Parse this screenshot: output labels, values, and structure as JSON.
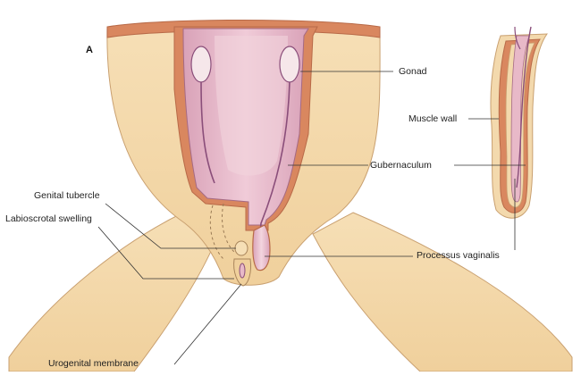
{
  "panel_letter": "A",
  "labels": {
    "gonad": "Gonad",
    "muscle_wall": "Muscle wall",
    "gubernaculum": "Gubernaculum",
    "genital_tubercle": "Genital tubercle",
    "labioscrotal_swelling": "Labioscrotal swelling",
    "processus_vaginalis": "Processus vaginalis",
    "urogenital_membrane": "Urogenital membrane"
  },
  "colors": {
    "skin": "#f3d9ad",
    "skin_shadow": "#e6c28c",
    "muscle": "#d9875f",
    "muscle_dark": "#b86a48",
    "cavity": "#e8b9c8",
    "cavity_light": "#f2d3dc",
    "vessel": "#8a4e7a",
    "gonad": "#f6e7ea",
    "leader": "#333333"
  }
}
